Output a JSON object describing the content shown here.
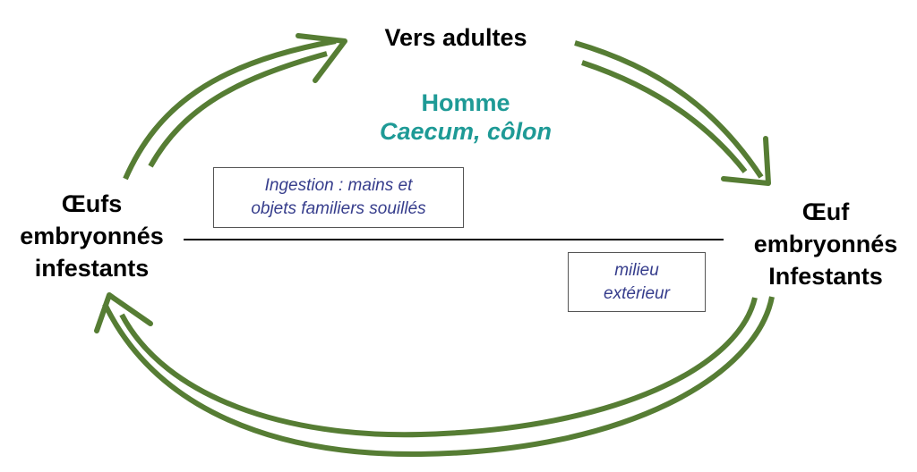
{
  "colors": {
    "arrow": "#567d34",
    "host_text": "#1e9a96",
    "note_text": "#363d8c",
    "node_text": "#000000",
    "divider": "#000000",
    "note_border": "#555555"
  },
  "nodes": {
    "top_label": "Vers adultes",
    "left_label": [
      "Œufs",
      "embryonnés",
      "infestants"
    ],
    "right_label": [
      "Œuf",
      "embryonnés",
      "Infestants"
    ]
  },
  "host": {
    "name": "Homme",
    "location": "Caecum, côlon"
  },
  "notes": {
    "ingestion": [
      "Ingestion : mains et",
      "objets familiers souillés"
    ],
    "exterieur": [
      "milieu",
      "extérieur"
    ]
  },
  "icons": {
    "cycle_arrows": "double-line-arrow-icon"
  }
}
